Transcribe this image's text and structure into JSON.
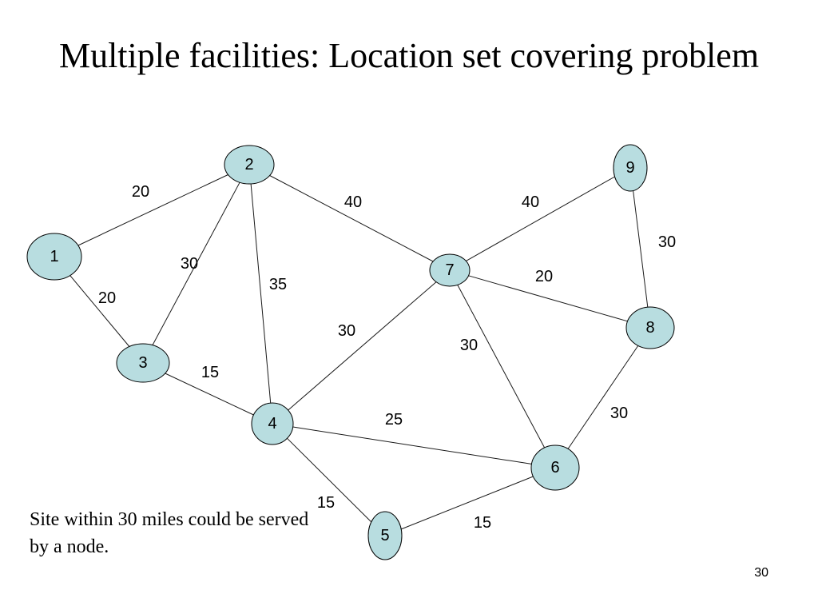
{
  "slide": {
    "title": "Multiple facilities: Location set covering problem",
    "note": "Site within 30 miles could be served by a node.",
    "page_number": "30"
  },
  "graph": {
    "node_fill": "#b8dde0",
    "nodes": [
      {
        "id": "1",
        "label": "1"
      },
      {
        "id": "2",
        "label": "2"
      },
      {
        "id": "3",
        "label": "3"
      },
      {
        "id": "4",
        "label": "4"
      },
      {
        "id": "5",
        "label": "5"
      },
      {
        "id": "6",
        "label": "6"
      },
      {
        "id": "7",
        "label": "7"
      },
      {
        "id": "8",
        "label": "8"
      },
      {
        "id": "9",
        "label": "9"
      }
    ],
    "edges": [
      {
        "from": "1",
        "to": "2",
        "weight": "20"
      },
      {
        "from": "1",
        "to": "3",
        "weight": "20"
      },
      {
        "from": "2",
        "to": "3",
        "weight": "30"
      },
      {
        "from": "2",
        "to": "4",
        "weight": "35"
      },
      {
        "from": "2",
        "to": "7",
        "weight": "40"
      },
      {
        "from": "3",
        "to": "4",
        "weight": "15"
      },
      {
        "from": "4",
        "to": "7",
        "weight": "30"
      },
      {
        "from": "4",
        "to": "6",
        "weight": "25"
      },
      {
        "from": "4",
        "to": "5",
        "weight": "15"
      },
      {
        "from": "5",
        "to": "6",
        "weight": "15"
      },
      {
        "from": "7",
        "to": "6",
        "weight": "30"
      },
      {
        "from": "7",
        "to": "8",
        "weight": "20"
      },
      {
        "from": "7",
        "to": "9",
        "weight": "40"
      },
      {
        "from": "9",
        "to": "8",
        "weight": "30"
      },
      {
        "from": "8",
        "to": "6",
        "weight": "30"
      }
    ]
  }
}
